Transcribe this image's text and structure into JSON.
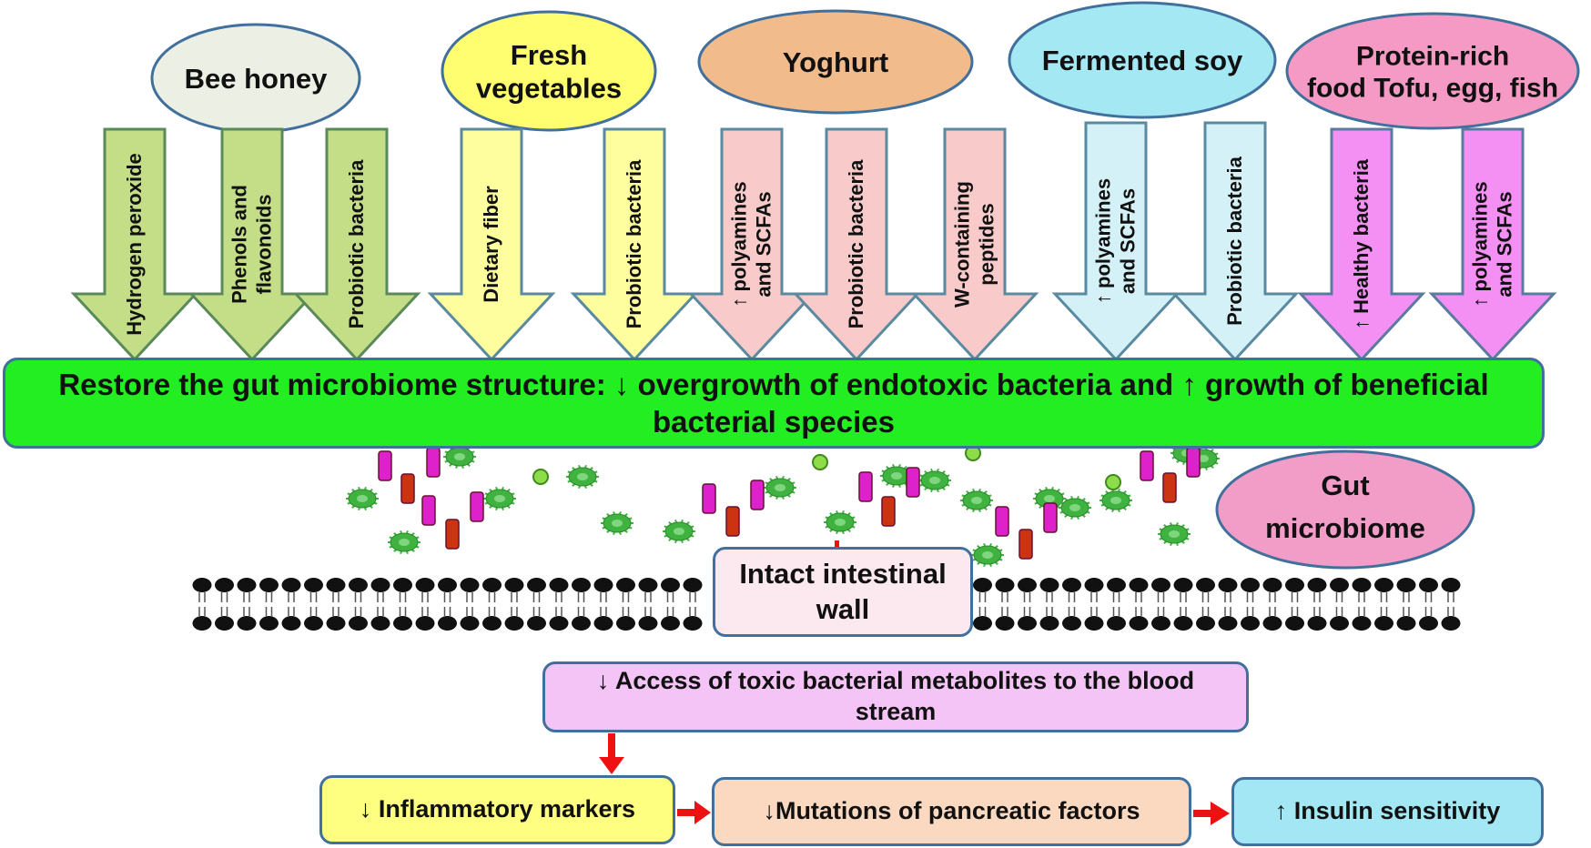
{
  "sources": [
    {
      "label": "Bee honey",
      "fill": "#ecf0e4",
      "arrow_fill": "#c3de86",
      "arrow_stroke": "#5a8a5a",
      "arrows": [
        "Hydrogen peroxide",
        "Phenols and flavonoids",
        "Probiotic  bacteria"
      ]
    },
    {
      "label": "Fresh vegetables",
      "fill": "#fefe70",
      "arrow_fill": "#fefe9f",
      "arrow_stroke": "#5a8aa0",
      "arrows": [
        "Dietary fiber",
        "Probiotic  bacteria"
      ]
    },
    {
      "label": "Yoghurt",
      "fill": "#f2bb8c",
      "arrow_fill": "#f9caca",
      "arrow_stroke": "#5a8aa0",
      "arrows": [
        "↑ polyamines and SCFAs",
        "Probiotic  bacteria",
        "W-containing peptides"
      ]
    },
    {
      "label": "Fermented soy",
      "fill": "#a4e8f4",
      "arrow_fill": "#d4f1f8",
      "arrow_stroke": "#5a8aa0",
      "arrows": [
        "↑ polyamines and SCFAs",
        "Probiotic  bacteria"
      ]
    },
    {
      "label": "Protein-rich food Tofu, egg, fish",
      "fill": "#f49ac4",
      "arrow_fill": "#f490f4",
      "arrow_stroke": "#5a7aa0",
      "arrows": [
        "↑ Healthy  bacteria",
        "↑ polyamines and SCFAs"
      ]
    }
  ],
  "restore_box": "Restore the gut microbiome structure: ↓ overgrowth of endotoxic bacteria and ↑ growth of beneficial bacterial species",
  "gut_microbiome": "Gut microbiome",
  "intestinal_wall": "Intact intestinal wall",
  "access_box": "↓ Access of toxic bacterial metabolites to the blood stream",
  "outcomes": [
    "↓ Inflammatory markers",
    "↓Mutations of pancreatic factors",
    "↑ Insulin sensitivity"
  ],
  "colors": {
    "restore_fill": "#22ee22",
    "box_border": "#41709c",
    "wall_fill": "#fce8ef",
    "access_fill": "#f5c4f6",
    "inflammatory_fill": "#fefe80",
    "pancreatic_fill": "#fbd9c1",
    "insulin_fill": "#a4e7f4",
    "gut_fill": "#f29cc8",
    "flow_arrow": "#ee1111",
    "bacteria_green": "#3fb23f",
    "rod_magenta": "#dd22cc",
    "rod_red": "#cc3311",
    "membrane": "#111111"
  }
}
